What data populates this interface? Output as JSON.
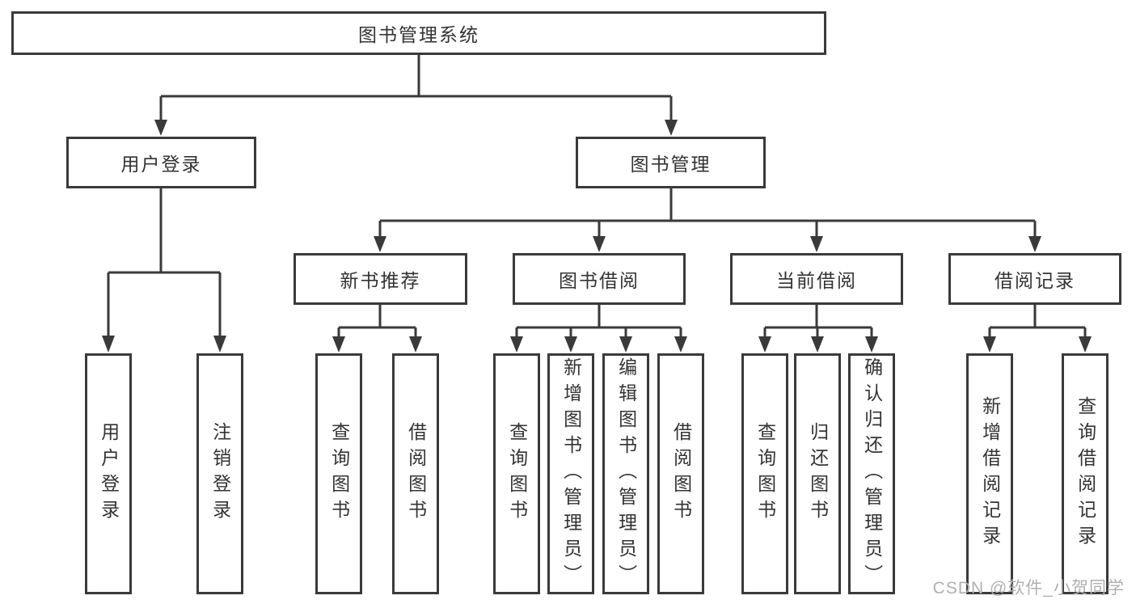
{
  "colors": {
    "line": "#3a3a3a",
    "text": "#333333",
    "background": "#ffffff",
    "box_fill": "#ffffff",
    "watermark": "#b0b0b0"
  },
  "watermark": {
    "text": "CSDN @软件_小贺同学"
  },
  "tree": {
    "root": {
      "label": "图书管理系统",
      "children": [
        {
          "label": "用户登录",
          "children": [
            {
              "label": "用户登录"
            },
            {
              "label": "注销登录"
            }
          ]
        },
        {
          "label": "图书管理",
          "children": [
            {
              "label": "新书推荐",
              "children": [
                {
                  "label": "查询图书"
                },
                {
                  "label": "借阅图书"
                }
              ]
            },
            {
              "label": "图书借阅",
              "children": [
                {
                  "label": "查询图书"
                },
                {
                  "label": "新增图书（管理员）"
                },
                {
                  "label": "编辑图书（管理员）"
                },
                {
                  "label": "借阅图书"
                }
              ]
            },
            {
              "label": "当前借阅",
              "children": [
                {
                  "label": "查询图书"
                },
                {
                  "label": "归还图书"
                },
                {
                  "label": "确认归还（管理员）"
                }
              ]
            },
            {
              "label": "借阅记录",
              "children": [
                {
                  "label": "新增借阅记录"
                },
                {
                  "label": "查询借阅记录"
                }
              ]
            }
          ]
        }
      ]
    }
  }
}
